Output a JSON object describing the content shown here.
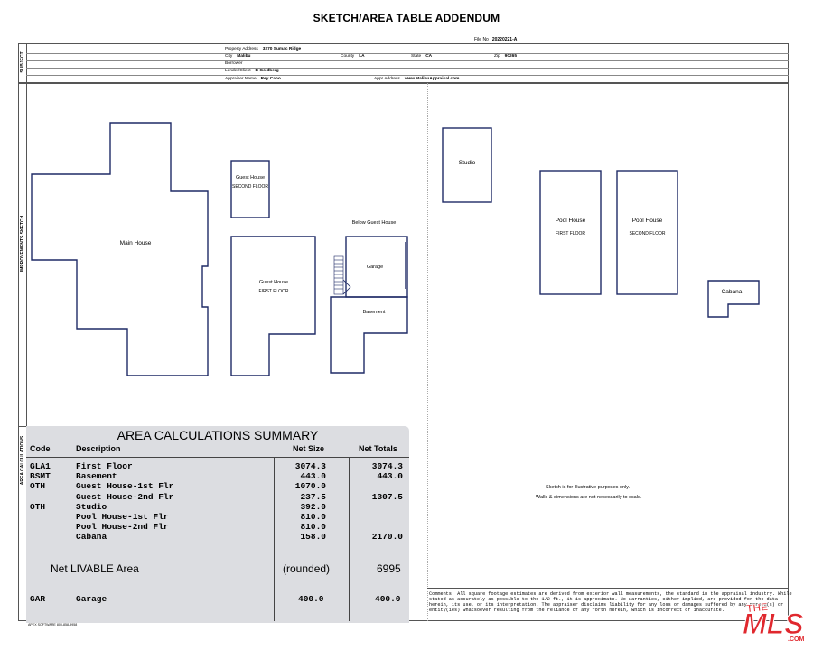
{
  "title": "SKETCH/AREA TABLE ADDENDUM",
  "file_no": {
    "label": "File No",
    "value": "20220221-A"
  },
  "side_labels": {
    "subject": "SUBJECT",
    "sketch": "IMPROVEMENTS SKETCH",
    "calc": "AREA CALCULATIONS"
  },
  "subject": {
    "property_address_label": "Property Address",
    "property_address": "3270 Sumac Ridge",
    "city_label": "City",
    "city": "Malibu",
    "county_label": "County",
    "county": "LA",
    "state_label": "State",
    "state": "CA",
    "zip_label": "Zip",
    "zip": "90265",
    "borrower_label": "Borrower",
    "lender_label": "Lender/Client",
    "lender": "B Goldberg",
    "appraiser_label": "Appraiser Name",
    "appraiser": "Rey Cano",
    "appr_address_label": "Appr Address",
    "appr_address": "www.MalibuAppraisal.com"
  },
  "rooms": {
    "main_house": "Main House",
    "gh2_name": "Guest House",
    "gh2_floor": "SECOND FLOOR",
    "gh1_name": "Guest House",
    "gh1_floor": "FIRST FLOOR",
    "below_gh": "Below Guest House",
    "garage": "Garage",
    "basement": "Basement",
    "studio": "Studio",
    "ph1_name": "Pool House",
    "ph1_floor": "FIRST FLOOR",
    "ph2_name": "Pool House",
    "ph2_floor": "SECOND FLOOR",
    "cabana": "Cabana"
  },
  "summary": {
    "title": "AREA CALCULATIONS SUMMARY",
    "headers": {
      "code": "Code",
      "description": "Description",
      "net_size": "Net Size",
      "net_totals": "Net Totals"
    },
    "rows": [
      {
        "code": "GLA1",
        "description": "First Floor",
        "net_size": "3074.3",
        "net_total": "3074.3"
      },
      {
        "code": "BSMT",
        "description": "Basement",
        "net_size": "443.0",
        "net_total": "443.0"
      },
      {
        "code": "OTH",
        "description": "Guest House-1st Flr",
        "net_size": "1070.0",
        "net_total": ""
      },
      {
        "code": "",
        "description": "Guest House-2nd Flr",
        "net_size": "237.5",
        "net_total": "1307.5"
      },
      {
        "code": "OTH",
        "description": "Studio",
        "net_size": "392.0",
        "net_total": ""
      },
      {
        "code": "",
        "description": "Pool House-1st Flr",
        "net_size": "810.0",
        "net_total": ""
      },
      {
        "code": "",
        "description": "Pool House-2nd Flr",
        "net_size": "810.0",
        "net_total": ""
      },
      {
        "code": "",
        "description": "Cabana",
        "net_size": "158.0",
        "net_total": "2170.0"
      }
    ],
    "livable_label": "Net LIVABLE Area",
    "livable_rounded": "(rounded)",
    "livable_value": "6995",
    "garage_row": {
      "code": "GAR",
      "description": "Garage",
      "net_size": "400.0",
      "net_total": "400.0"
    }
  },
  "notes": {
    "line1": "Sketch is for illustrative purposes only.",
    "line2": "Walls & dimensions are not necessarily to scale."
  },
  "comments": {
    "label": "Comments:",
    "text": "All square footage estimates are derived from exterior wall measurements, the standard in the appraisal industry. While stated as accurately as possible to the 1/2 ft., it is approximate. No warranties, either implied, are provided for the data herein, its use, or its interpretation. The appraiser disclaims liability for any loss or damages suffered by any person(s) or entity(ies) whatsoever resulting from the reliance of any forth herein, which is incorrect or inaccurate."
  },
  "footer": "APEX SOFTWARE 800-858-9958",
  "logo": {
    "brand": "THE MLS",
    "domain": ".COM"
  },
  "colors": {
    "wall": "#1e2a66",
    "summary_bg": "#dcdde1",
    "logo_red": "#e0282e"
  }
}
